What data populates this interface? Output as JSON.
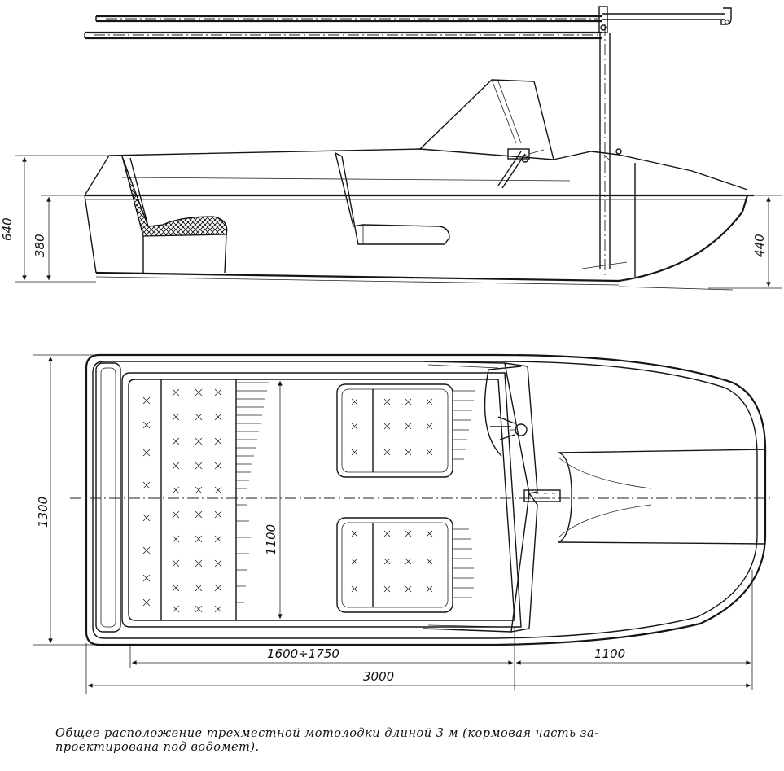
{
  "dimensions": {
    "side_height_total": "640",
    "side_height_seat": "380",
    "side_height_stern": "440",
    "plan_width": "1300",
    "plan_inner_width": "1100",
    "seat_span": "1600÷1750",
    "stern_span": "1100",
    "total_length": "3000"
  },
  "caption": {
    "line1": "Общее  расположение трехместной мотолодки длиной  3  м  (кормовая  часть за-",
    "line2": "проектирована под водомет)."
  },
  "colors": {
    "ink": "#151515",
    "paper": "#ffffff"
  }
}
